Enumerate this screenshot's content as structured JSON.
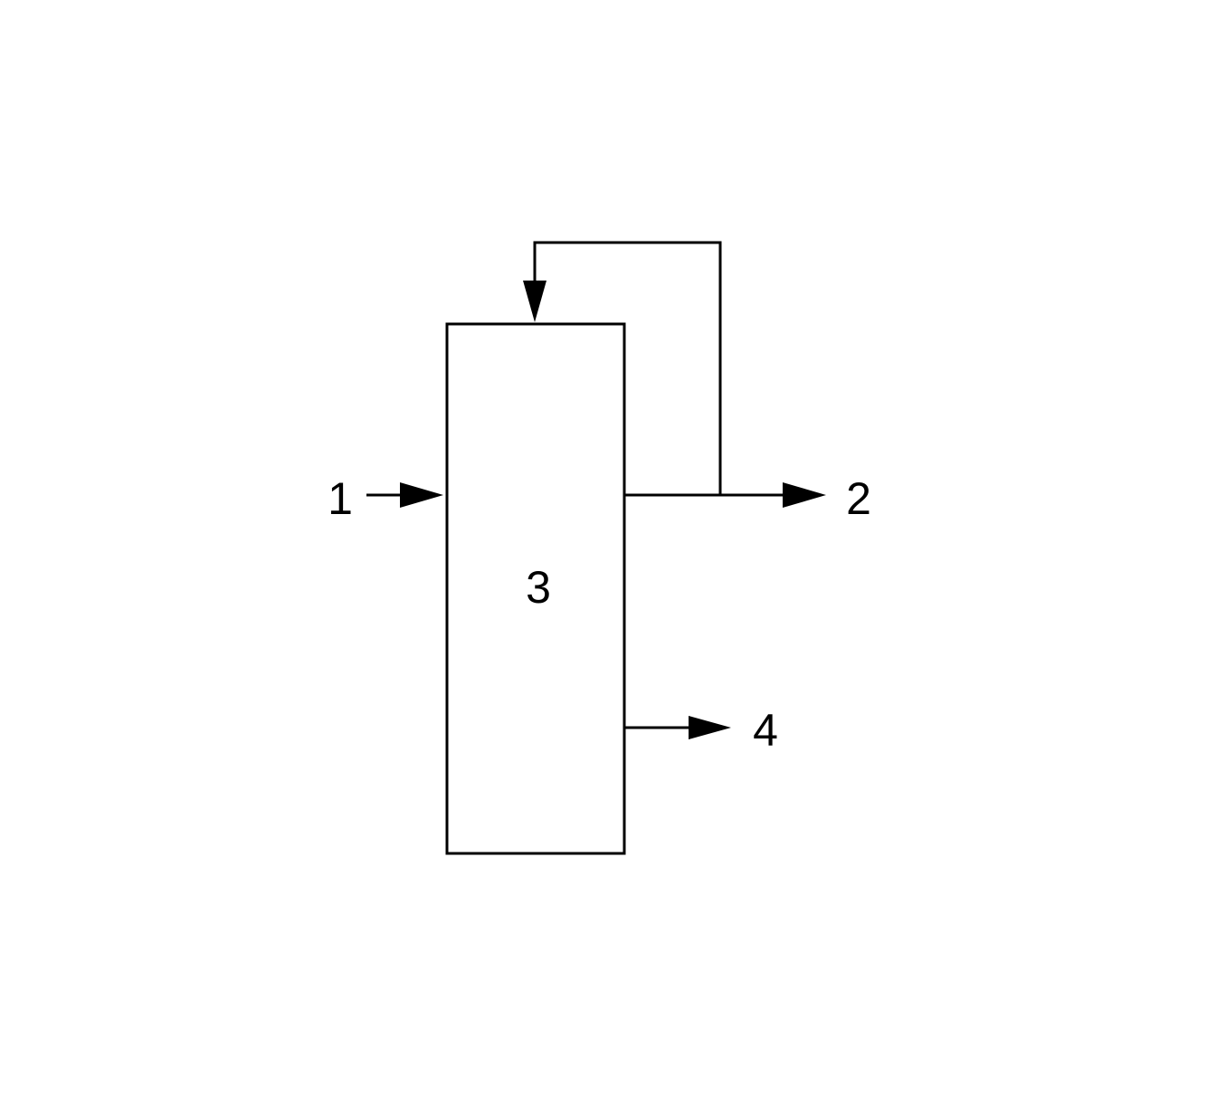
{
  "diagram": {
    "labels": {
      "feed": "1",
      "overhead": "2",
      "column": "3",
      "bottoms": "4"
    },
    "colors": {
      "line": "#000000",
      "background": "#ffffff"
    }
  }
}
